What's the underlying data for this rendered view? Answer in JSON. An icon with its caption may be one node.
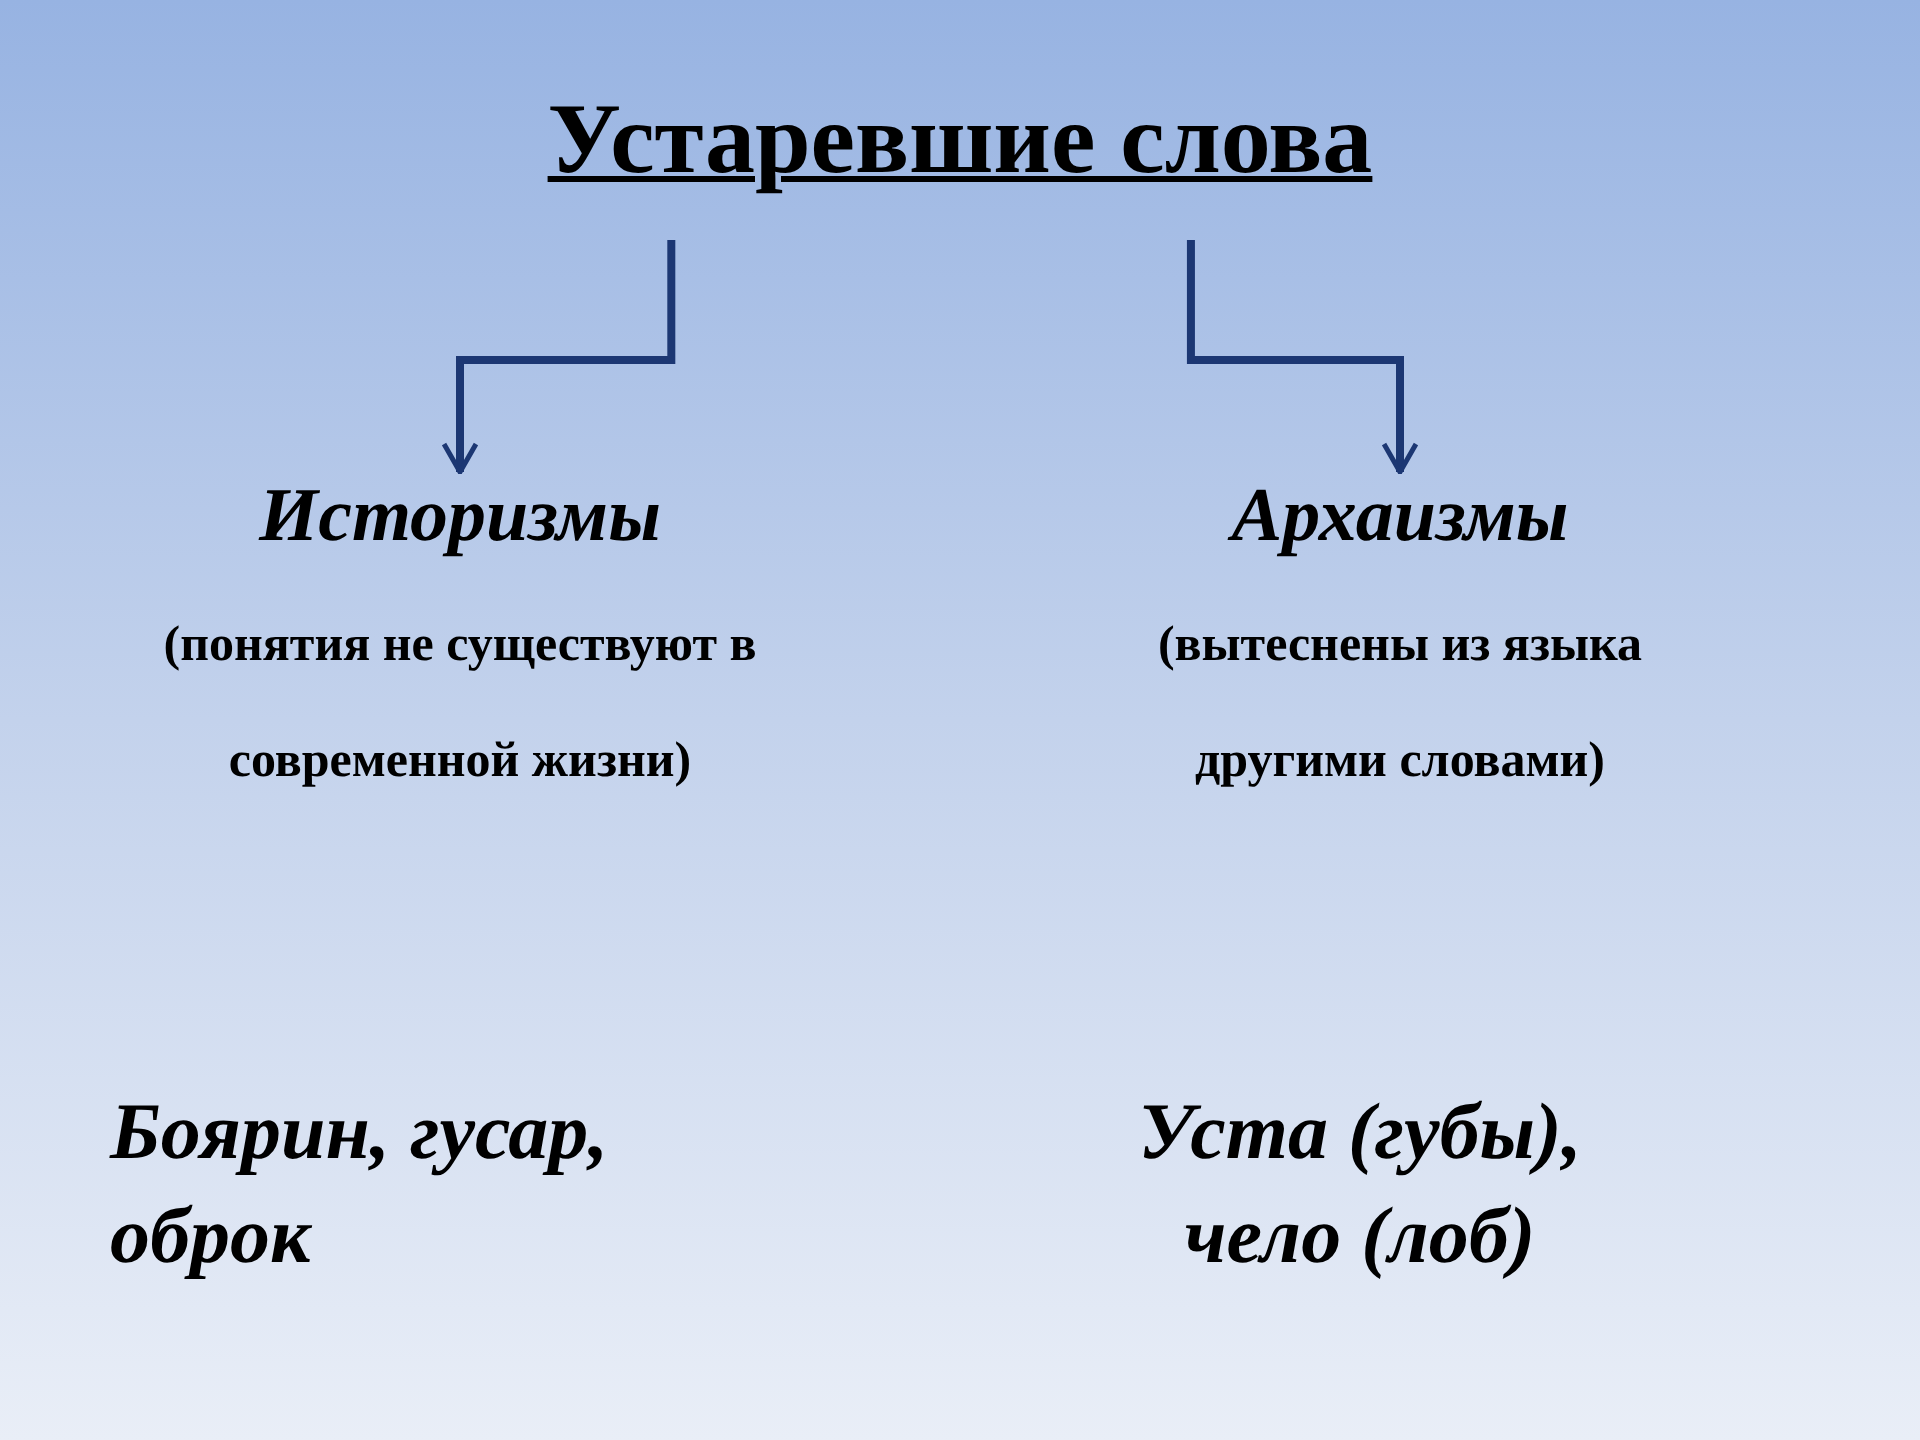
{
  "diagram": {
    "nodes": [
      {
        "text": [
          "Устаревшие слова"
        ]
      },
      {
        "text": [
          "Историзмы",
          "(понятия не существуют в современной жизни)"
        ]
      },
      {
        "text": [
          "Архаизмы",
          "(вытеснены из языка другими словами)"
        ]
      }
    ],
    "edges": [
      {
        "from": 0,
        "to": 1,
        "arrow": "to"
      },
      {
        "from": 0,
        "to": 2,
        "arrow": "to"
      }
    ],
    "labels": [
      "Боярин, гусар, оброк",
      "Уста (губы), чело (лоб)"
    ]
  }
}
